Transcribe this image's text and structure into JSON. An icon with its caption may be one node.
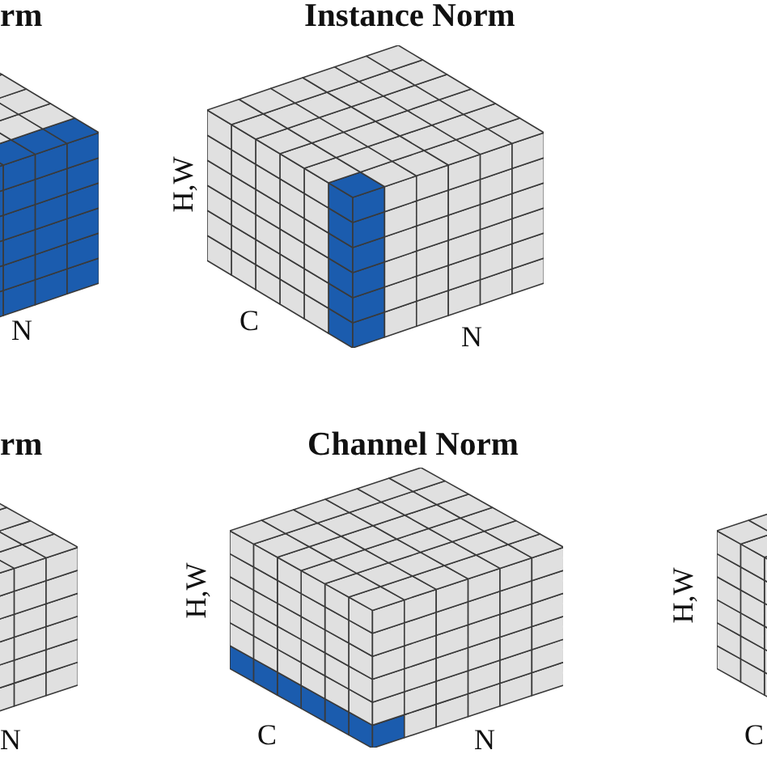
{
  "diagram": {
    "nodes": [
      {
        "text": [
          "rm"
        ]
      },
      {
        "text": [
          "Instance Norm"
        ],
        "beside": [
          "H,W"
        ]
      },
      {
        "text": [
          "rm"
        ]
      },
      {
        "text": [
          "Channel Norm"
        ],
        "beside": [
          "H,W"
        ]
      },
      {
        "text": [],
        "shape": "cube",
        "beside": [
          "H,W"
        ]
      }
    ],
    "labels": [
      "N",
      "C",
      "N",
      "N",
      "C",
      "N",
      "C"
    ]
  }
}
